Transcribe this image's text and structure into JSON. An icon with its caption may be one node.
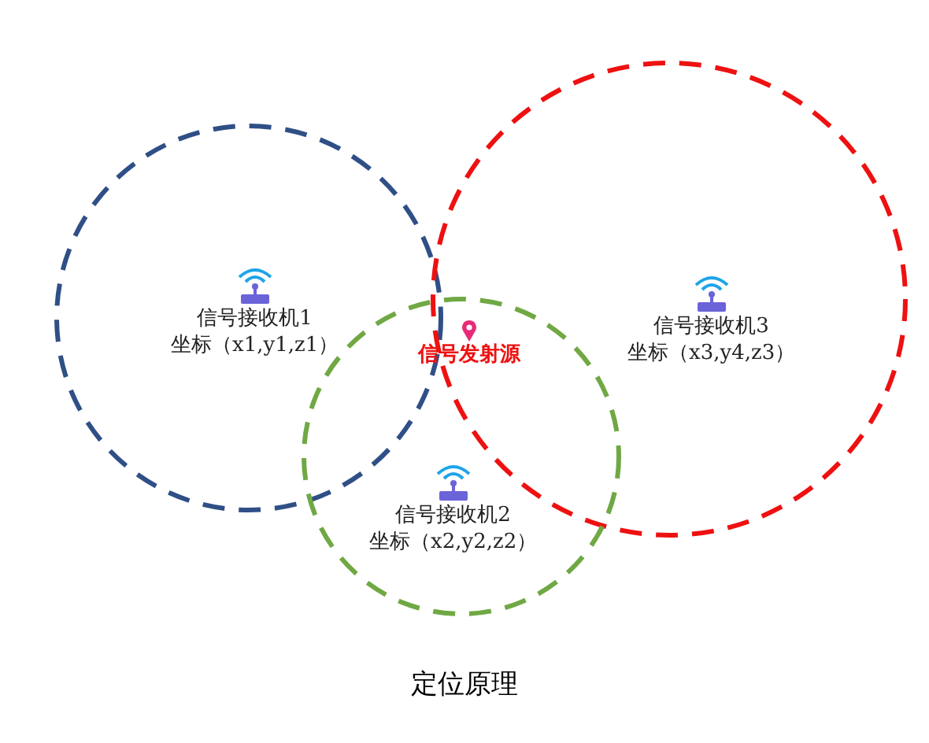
{
  "diagram": {
    "title": "定位原理",
    "nodes": [
      {
        "text": [
          "信号接收机1",
          "坐标（x1,y1,z1）"
        ]
      },
      {
        "text": [
          "信号发射源"
        ]
      },
      {
        "text": [
          "信号接收机2",
          "坐标（x2,y2,z2）"
        ]
      },
      {
        "text": [
          "信号接收机3",
          "坐标（x3,y4,z3）"
        ]
      }
    ],
    "edges": []
  }
}
